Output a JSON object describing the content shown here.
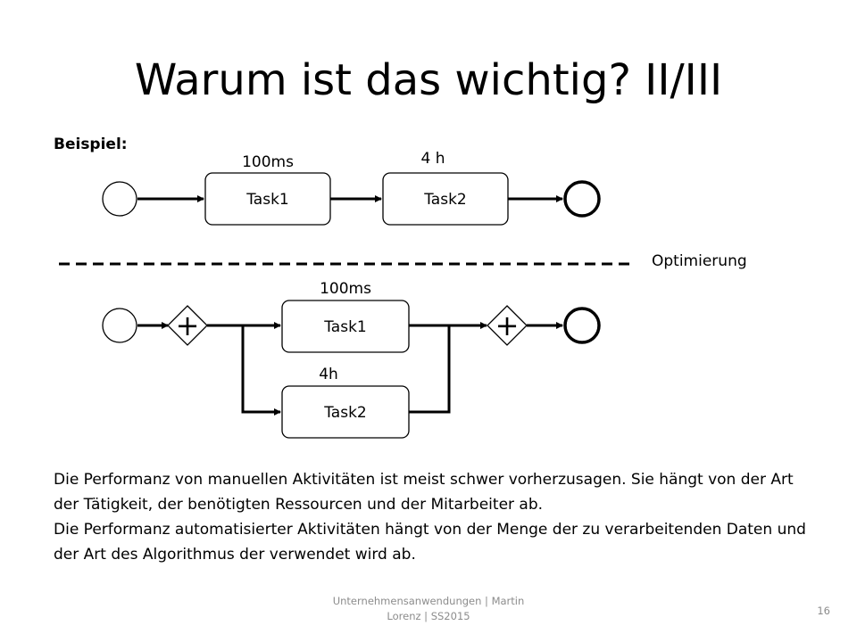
{
  "slide": {
    "title": "Warum ist das wichtig? II/III",
    "example_label": "Beispiel:",
    "optimization_label": "Optimierung",
    "page_number": "16"
  },
  "diagram_top": {
    "tasks": [
      {
        "label": "Task1",
        "duration": "100ms"
      },
      {
        "label": "Task2",
        "duration": "4 h"
      }
    ]
  },
  "diagram_bottom": {
    "tasks": [
      {
        "label": "Task1",
        "duration": "100ms"
      },
      {
        "label": "Task2",
        "duration": "4h"
      }
    ],
    "gateway_symbol": "+"
  },
  "body": {
    "paragraphs": [
      "Die Performanz von manuellen Aktivitäten ist meist schwer vorherzusagen. Sie hängt von der Art der Tätigkeit, der benötigten Ressourcen und der Mitarbeiter ab.",
      "Die Performanz automatisierter Aktivitäten hängt von der Menge der zu verarbeitenden Daten und der Art des Algorithmus der verwendet wird ab."
    ]
  },
  "footer": {
    "line1": "Unternehmensanwendungen | Martin",
    "line2": "Lorenz | SS2015"
  }
}
